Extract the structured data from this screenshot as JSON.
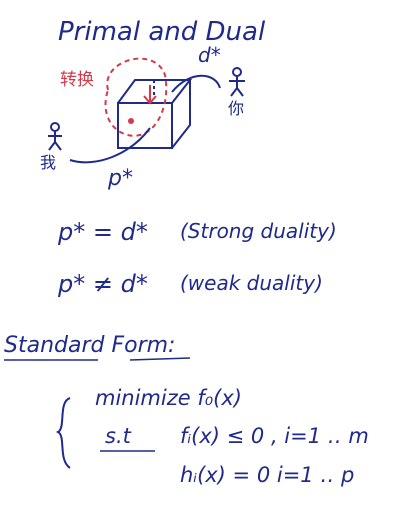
{
  "title": "Primal and Dual",
  "diagram": {
    "label_dual_optimum": "d*",
    "label_primal_optimum": "p*",
    "label_transform": "转换",
    "label_you": "你",
    "label_me": "我"
  },
  "equations": {
    "strong": {
      "lhs": "p* = d*",
      "note": "(Strong duality)"
    },
    "weak": {
      "lhs": "p* ≠ d*",
      "note": "(weak duality)"
    }
  },
  "standard_form": {
    "heading": "Standard Form:",
    "objective": "minimize f₀(x)",
    "subject_to_label": "s.t",
    "constraint_ineq": "fᵢ(x) ≤ 0 , i=1 ‥ m",
    "constraint_eq": "hᵢ(x) = 0  i=1 ‥ p"
  },
  "colors": {
    "ink": "#1f2a8a",
    "accent": "#d23a4a"
  }
}
